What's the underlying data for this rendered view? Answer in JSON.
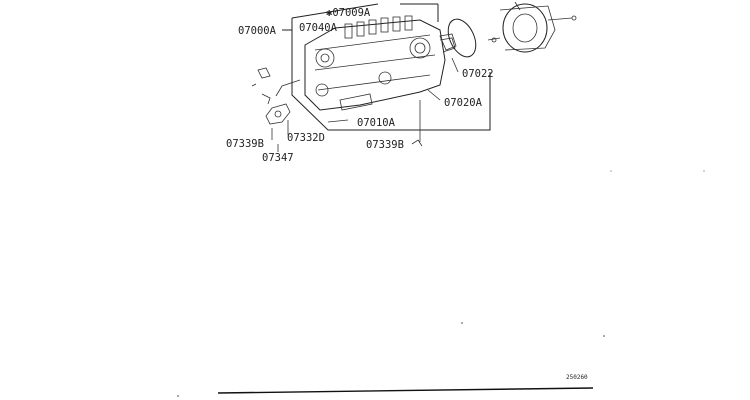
{
  "labels": {
    "p07000A": "07000A",
    "p07009A": "✱07009A",
    "p07040A": "07040A",
    "p07022": "07022",
    "p07020A": "07020A",
    "p07010A": "07010A",
    "p07339B_left": "07339B",
    "p07332D": "07332D",
    "p07347": "07347",
    "p07339B_right": "07339B"
  },
  "figure_code": "250260"
}
